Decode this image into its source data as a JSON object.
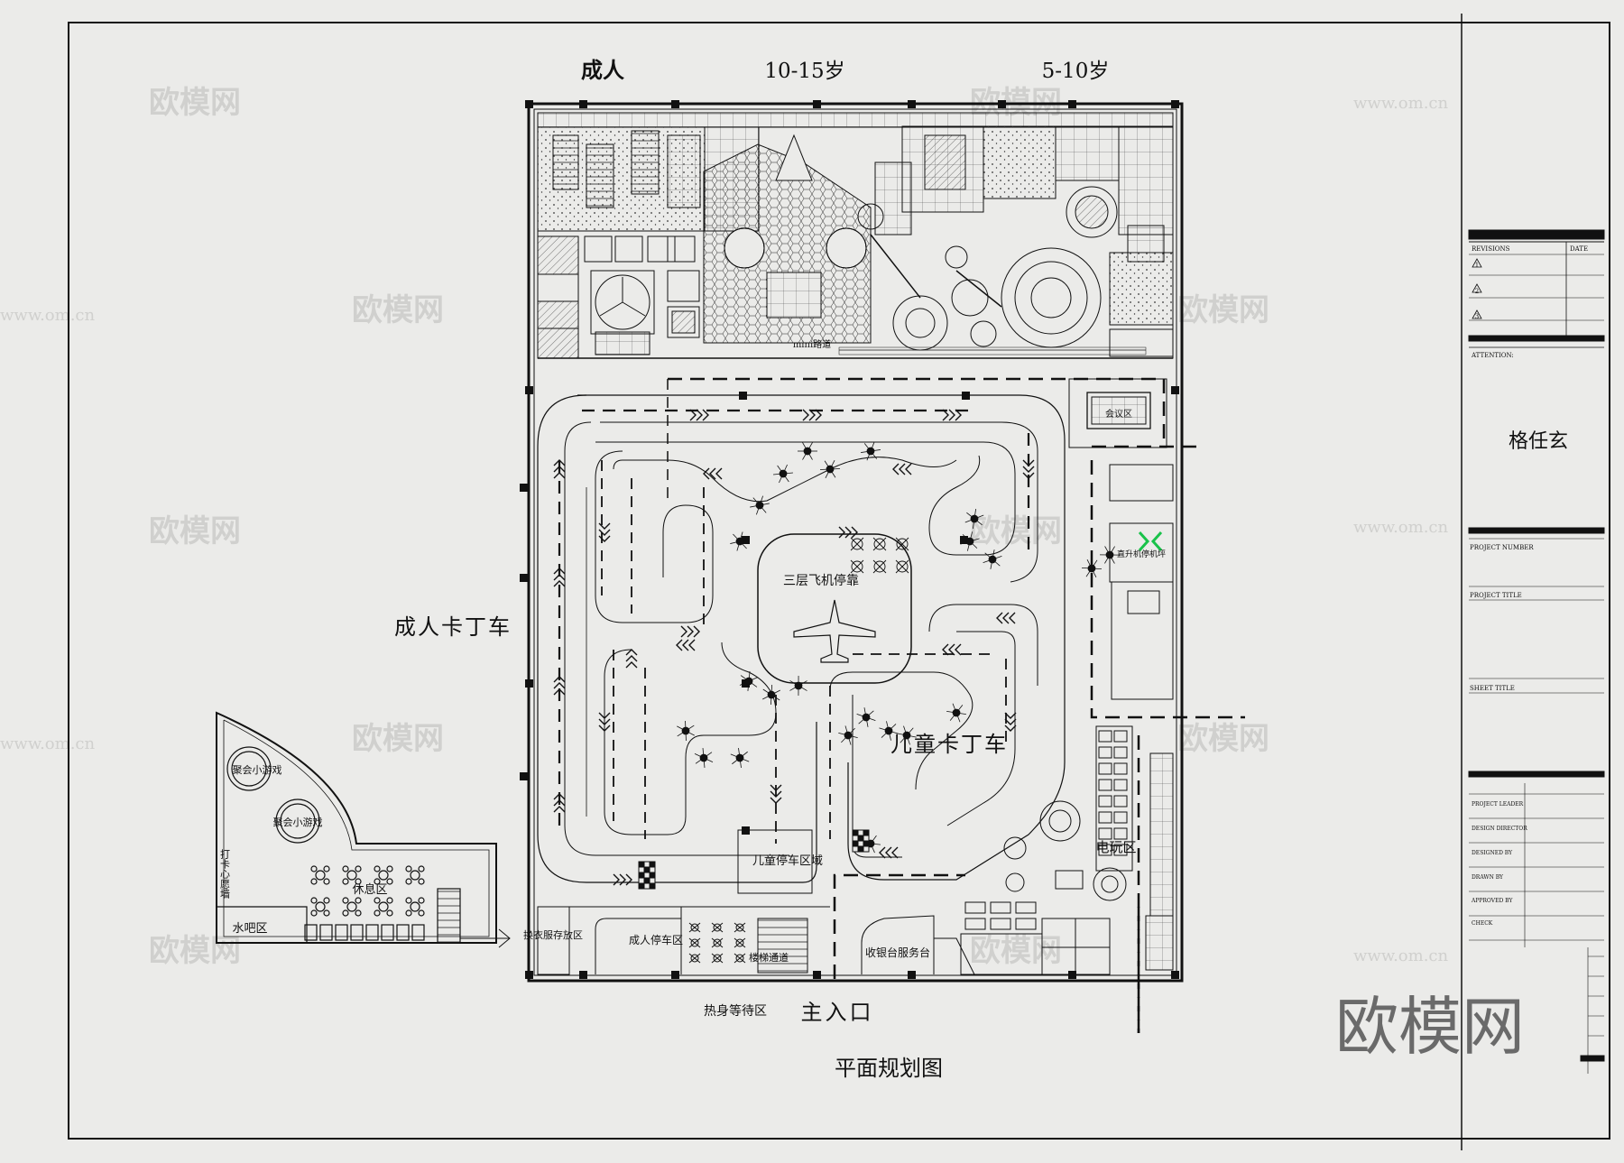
{
  "age_headers": {
    "adult": "成人",
    "teen": "10-15岁",
    "child": "5-10岁"
  },
  "zones": {
    "adult_kart": "成人卡丁车",
    "kids_kart": "儿童卡丁车",
    "kids_parking": "儿童停车区域",
    "adult_parking": "成人停车区",
    "change_area": "换衣服存放区",
    "stairs": "楼梯通道",
    "cashier": "收银台服务台",
    "arcade": "电玩区",
    "warmup": "热身等待区",
    "main_entrance": "主入口",
    "lounge": "休息区",
    "water_bar": "水吧区",
    "party1": "聚会小游戏",
    "party2": "聚会小游戏",
    "photo_wall": "打卡心愿墙",
    "aircraft": "三层飞机停靠",
    "helipad": "直升机停机坪",
    "meeting": "会议区",
    "mini_lane": "mini路道"
  },
  "drawing_title": "平面规划图",
  "title_block": {
    "revisions": "REVISIONS",
    "date": "DATE",
    "rev_marks": [
      "1",
      "2",
      "3"
    ],
    "attention": "ATTENTION:",
    "designer_name": "格任玄",
    "project_number": "PROJECT NUMBER",
    "project_title": "PROJECT TITLE",
    "sheet_title": "SHEET TITLE",
    "roles": [
      "PROJECT LEADER",
      "DESIGN DIRECTOR",
      "DESIGNED BY",
      "DRAWN BY",
      "APPROVED BY",
      "CHECK"
    ]
  },
  "watermark": {
    "brand": "欧模网",
    "url": "www.om.cn"
  },
  "colors": {
    "paper": "#ebebe9",
    "ink": "#111111",
    "accent_green": "#19c24a",
    "watermark": "#d2d2d0"
  }
}
